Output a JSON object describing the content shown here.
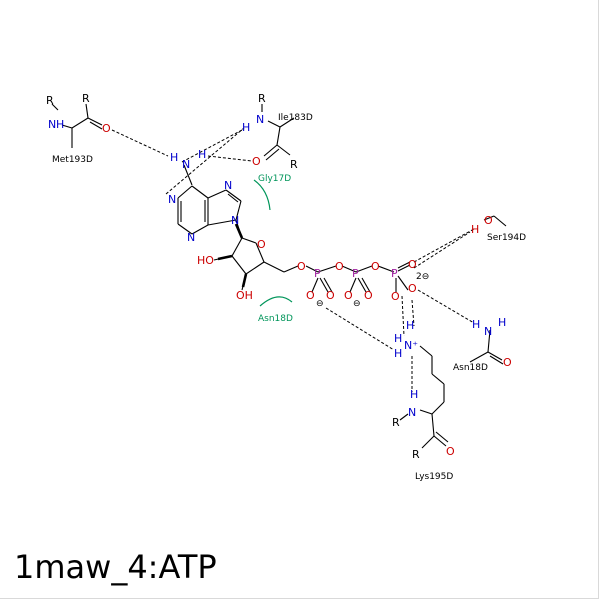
{
  "title": "1maw_4:ATP",
  "colors": {
    "carbon": "#000000",
    "nitrogen": "#0000cc",
    "oxygen": "#cc0000",
    "phosphorus": "#a020a0",
    "hydrophobic": "#00955a"
  },
  "residues": {
    "met": "Met193D",
    "ile": "Ile183D",
    "gly": "Gly17D",
    "ser": "Ser194D",
    "asn_contact": "Asn18D",
    "asn_res": "Asn18D",
    "lys": "Lys195D"
  },
  "atoms": {
    "R": "R",
    "N": "N",
    "H": "H",
    "O": "O",
    "P": "P",
    "HO": "HO",
    "OH": "OH",
    "NPLUS": "N⁺",
    "minus": "⊖",
    "two_minus": "2⊖"
  }
}
